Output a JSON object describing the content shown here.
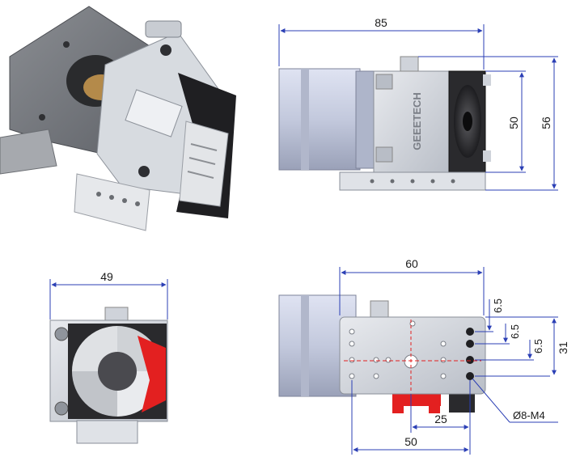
{
  "brand": "GEEETECH",
  "dimensions": {
    "side_overall_width": "85",
    "side_fan_height": "50",
    "side_overall_height": "56",
    "front_width": "49",
    "bottom_plate_width": "60",
    "bottom_hole_offset_1": "6.5",
    "bottom_hole_offset_2": "6.5",
    "bottom_hole_offset_3": "6.5",
    "bottom_hole_span": "31",
    "bottom_center_offset": "25",
    "bottom_hole_width": "50",
    "hole_callout": "Ø8-M4"
  },
  "colors": {
    "dimension_line": "#2b3fb5",
    "metal": "#c9cfd8",
    "dark_metal": "#2c2c2e",
    "accent_red": "#e32020"
  },
  "icons": [
    "extruder-photo-icon",
    "stepper-motor-icon",
    "cooling-fan-icon",
    "mounting-plate-icon"
  ]
}
